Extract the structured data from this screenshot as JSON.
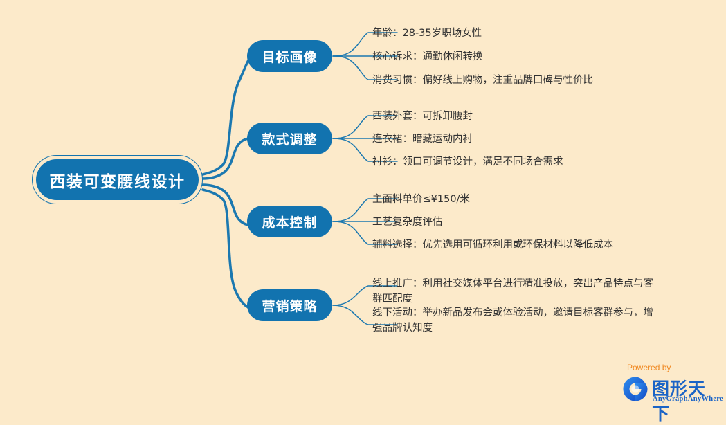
{
  "background_color": "#fceaca",
  "node_color": "#1273af",
  "connector_color": "#1b78b0",
  "leaf_text_color": "#333333",
  "root": {
    "label": "西装可变腰线设计"
  },
  "branches": [
    {
      "label": "目标画像",
      "children": [
        "年龄：28-35岁职场女性",
        "核心诉求：通勤休闲转换",
        "消费习惯：偏好线上购物，注重品牌口碑与性价比"
      ]
    },
    {
      "label": "款式调整",
      "children": [
        "西装外套：可拆卸腰封",
        "连衣裙：暗藏运动内衬",
        "衬衫：领口可调节设计，满足不同场合需求"
      ]
    },
    {
      "label": "成本控制",
      "children": [
        "主面料单价≤¥150/米",
        "工艺复杂度评估",
        "辅料选择：优先选用可循环利用或环保材料以降低成本"
      ]
    },
    {
      "label": "营销策略",
      "children": [
        "线上推广：利用社交媒体平台进行精准投放，突出产品特点与客\n群匹配度",
        "线下活动：举办新品发布会或体验活动，邀请目标客群参与，增\n强品牌认知度"
      ]
    }
  ],
  "watermark": {
    "powered_by": "Powered by",
    "brand_cn": "图形天下",
    "brand_en": "AnyGraphAnyWhere",
    "logo_icon": "g-logo-icon",
    "powered_color": "#f08a24",
    "brand_color": "#1b64c6"
  }
}
